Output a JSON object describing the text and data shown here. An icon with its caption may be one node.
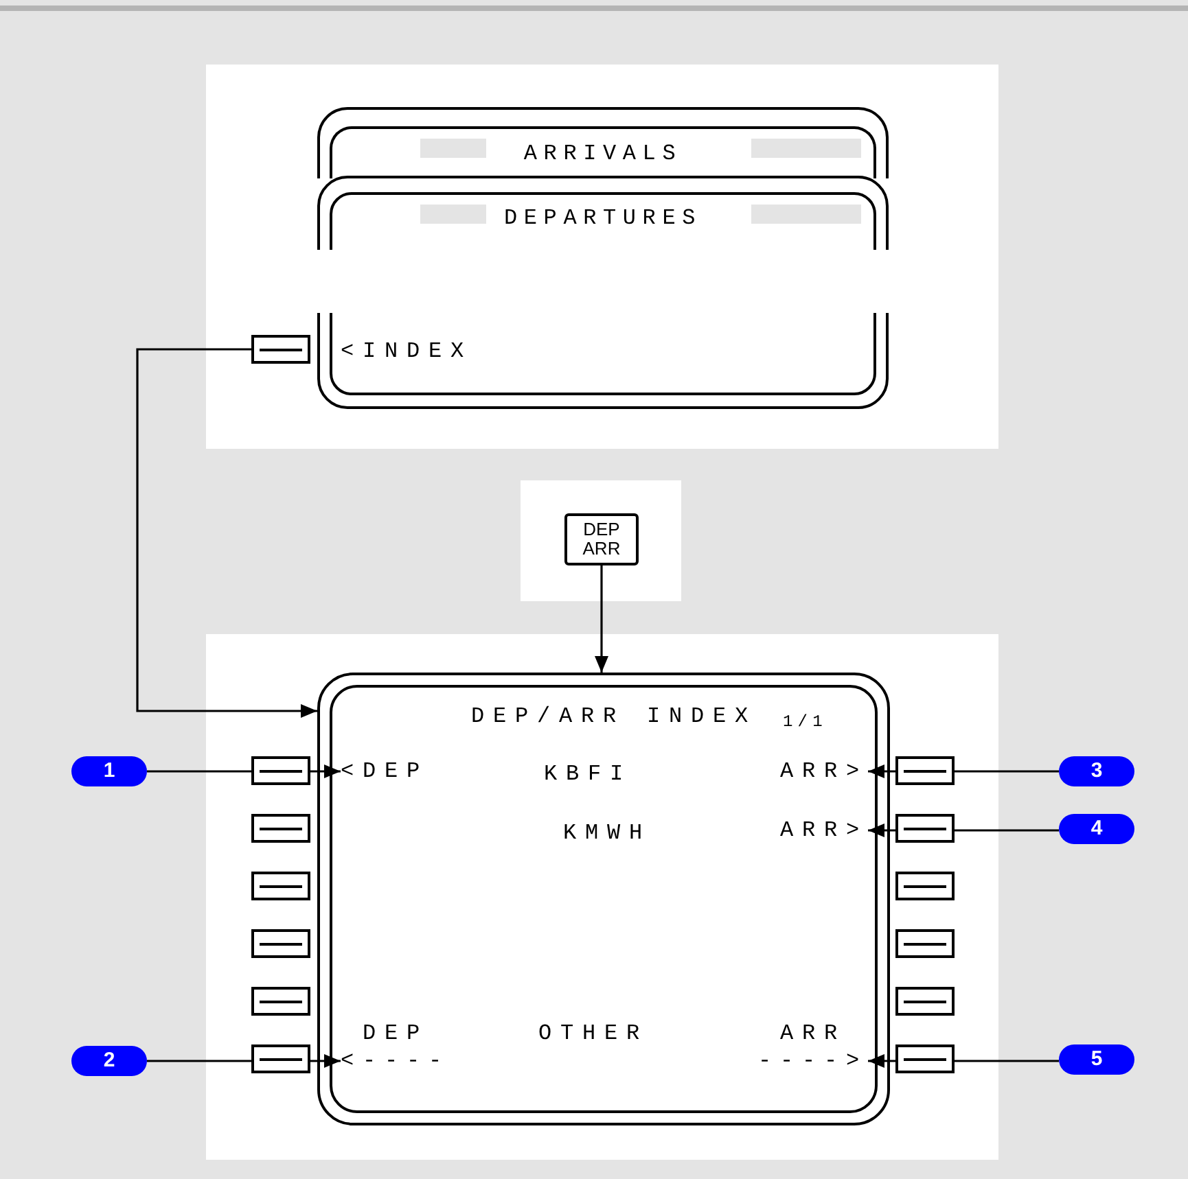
{
  "diagram": {
    "nodes": [
      {
        "text": [
          "ARRIVALS"
        ]
      },
      {
        "text": [
          "DEPARTURES",
          "<INDEX"
        ]
      },
      {
        "text": [],
        "shape": "box"
      },
      {
        "text": [
          "DEP ARR"
        ]
      },
      {
        "text": [
          "DEP/ARR INDEX",
          "1/1",
          "KBFI",
          "KMWH",
          "DEP",
          "OTHER",
          "ARR"
        ]
      },
      {
        "text": [
          "<DEP"
        ],
        "in": 4
      },
      {
        "text": [
          "ARR>"
        ],
        "in": 4
      },
      {
        "text": [
          "ARR>"
        ],
        "in": 4
      },
      {
        "text": [
          "<----"
        ],
        "in": 4
      },
      {
        "text": [
          "---->"
        ],
        "in": 4
      },
      {
        "text": [
          "1"
        ]
      },
      {
        "text": [
          "3"
        ]
      },
      {
        "text": [
          "4"
        ]
      },
      {
        "text": [
          "2"
        ]
      },
      {
        "text": [
          "5"
        ]
      },
      {
        "text": [],
        "shape": "bar",
        "in": 0
      },
      {
        "text": [],
        "shape": "bar",
        "in": 0
      },
      {
        "text": [],
        "shape": "bar",
        "in": 1
      },
      {
        "text": [],
        "shape": "bar",
        "in": 1
      }
    ],
    "edges": [
      {
        "from": 2,
        "to": 4,
        "arrow": "to"
      },
      {
        "from": 3,
        "to": 4,
        "arrow": "to"
      },
      {
        "from": 10,
        "to": 5,
        "arrow": "to"
      },
      {
        "from": 11,
        "to": 6,
        "arrow": "to"
      },
      {
        "from": 12,
        "to": 7,
        "arrow": "to"
      },
      {
        "from": 13,
        "to": 8,
        "arrow": "to"
      },
      {
        "from": 14,
        "to": 9,
        "arrow": "to"
      }
    ]
  }
}
